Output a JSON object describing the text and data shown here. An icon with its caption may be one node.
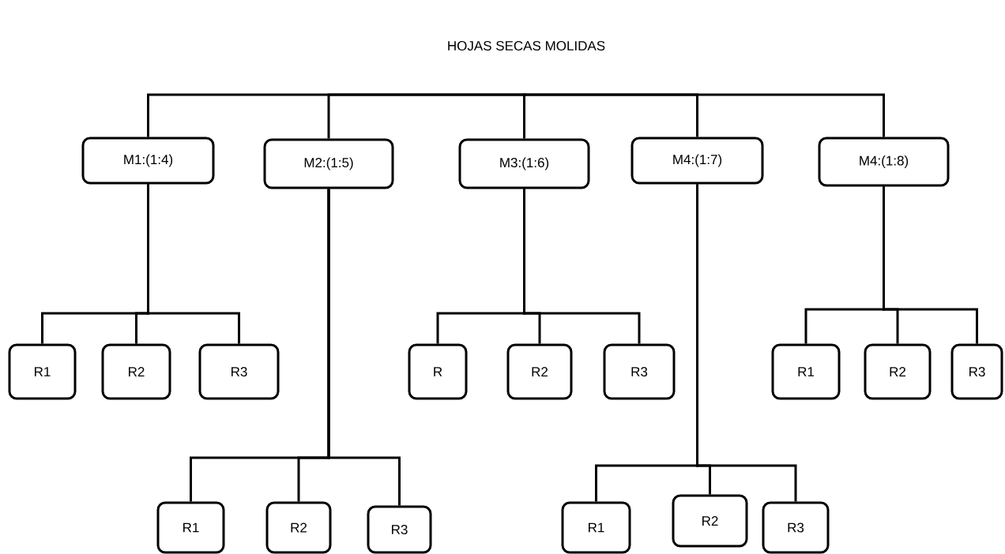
{
  "diagram": {
    "title": "HOJAS SECAS MOLIDAS",
    "nodes": [
      {
        "text": [
          "M1:(1:4)"
        ]
      },
      {
        "text": [
          "M2:(1:5)"
        ]
      },
      {
        "text": [
          "M3:(1:6)"
        ]
      },
      {
        "text": [
          "M4:(1:7)"
        ]
      },
      {
        "text": [
          "M4:(1:8)"
        ]
      },
      {
        "text": [
          "R1"
        ]
      },
      {
        "text": [
          "R2"
        ]
      },
      {
        "text": [
          "R3"
        ]
      },
      {
        "text": [
          "R"
        ]
      },
      {
        "text": [
          "R2"
        ]
      },
      {
        "text": [
          "R3"
        ]
      },
      {
        "text": [
          "R1"
        ]
      },
      {
        "text": [
          "R2"
        ]
      },
      {
        "text": [
          "R3"
        ]
      },
      {
        "text": [
          "R1"
        ]
      },
      {
        "text": [
          "R2"
        ]
      },
      {
        "text": [
          "R3"
        ]
      },
      {
        "text": [
          "R1"
        ]
      },
      {
        "text": [
          "R2"
        ]
      },
      {
        "text": [
          "R3"
        ]
      }
    ],
    "edges": [
      {
        "from": null,
        "to": 0,
        "arrow": "none"
      },
      {
        "from": null,
        "to": 1,
        "arrow": "none"
      },
      {
        "from": null,
        "to": 2,
        "arrow": "none"
      },
      {
        "from": null,
        "to": 3,
        "arrow": "none"
      },
      {
        "from": null,
        "to": 4,
        "arrow": "none"
      },
      {
        "from": 0,
        "to": 5,
        "arrow": "none"
      },
      {
        "from": 0,
        "to": 6,
        "arrow": "none"
      },
      {
        "from": 0,
        "to": 7,
        "arrow": "none"
      },
      {
        "from": 2,
        "to": 8,
        "arrow": "none"
      },
      {
        "from": 2,
        "to": 9,
        "arrow": "none"
      },
      {
        "from": 2,
        "to": 10,
        "arrow": "none"
      },
      {
        "from": 4,
        "to": 11,
        "arrow": "none"
      },
      {
        "from": 4,
        "to": 12,
        "arrow": "none"
      },
      {
        "from": 4,
        "to": 13,
        "arrow": "none"
      },
      {
        "from": 1,
        "to": 14,
        "arrow": "none"
      },
      {
        "from": 1,
        "to": 15,
        "arrow": "none"
      },
      {
        "from": 1,
        "to": 16,
        "arrow": "none"
      },
      {
        "from": 3,
        "to": 17,
        "arrow": "none"
      },
      {
        "from": 3,
        "to": 18,
        "arrow": "none"
      },
      {
        "from": 3,
        "to": 19,
        "arrow": "none"
      }
    ]
  }
}
